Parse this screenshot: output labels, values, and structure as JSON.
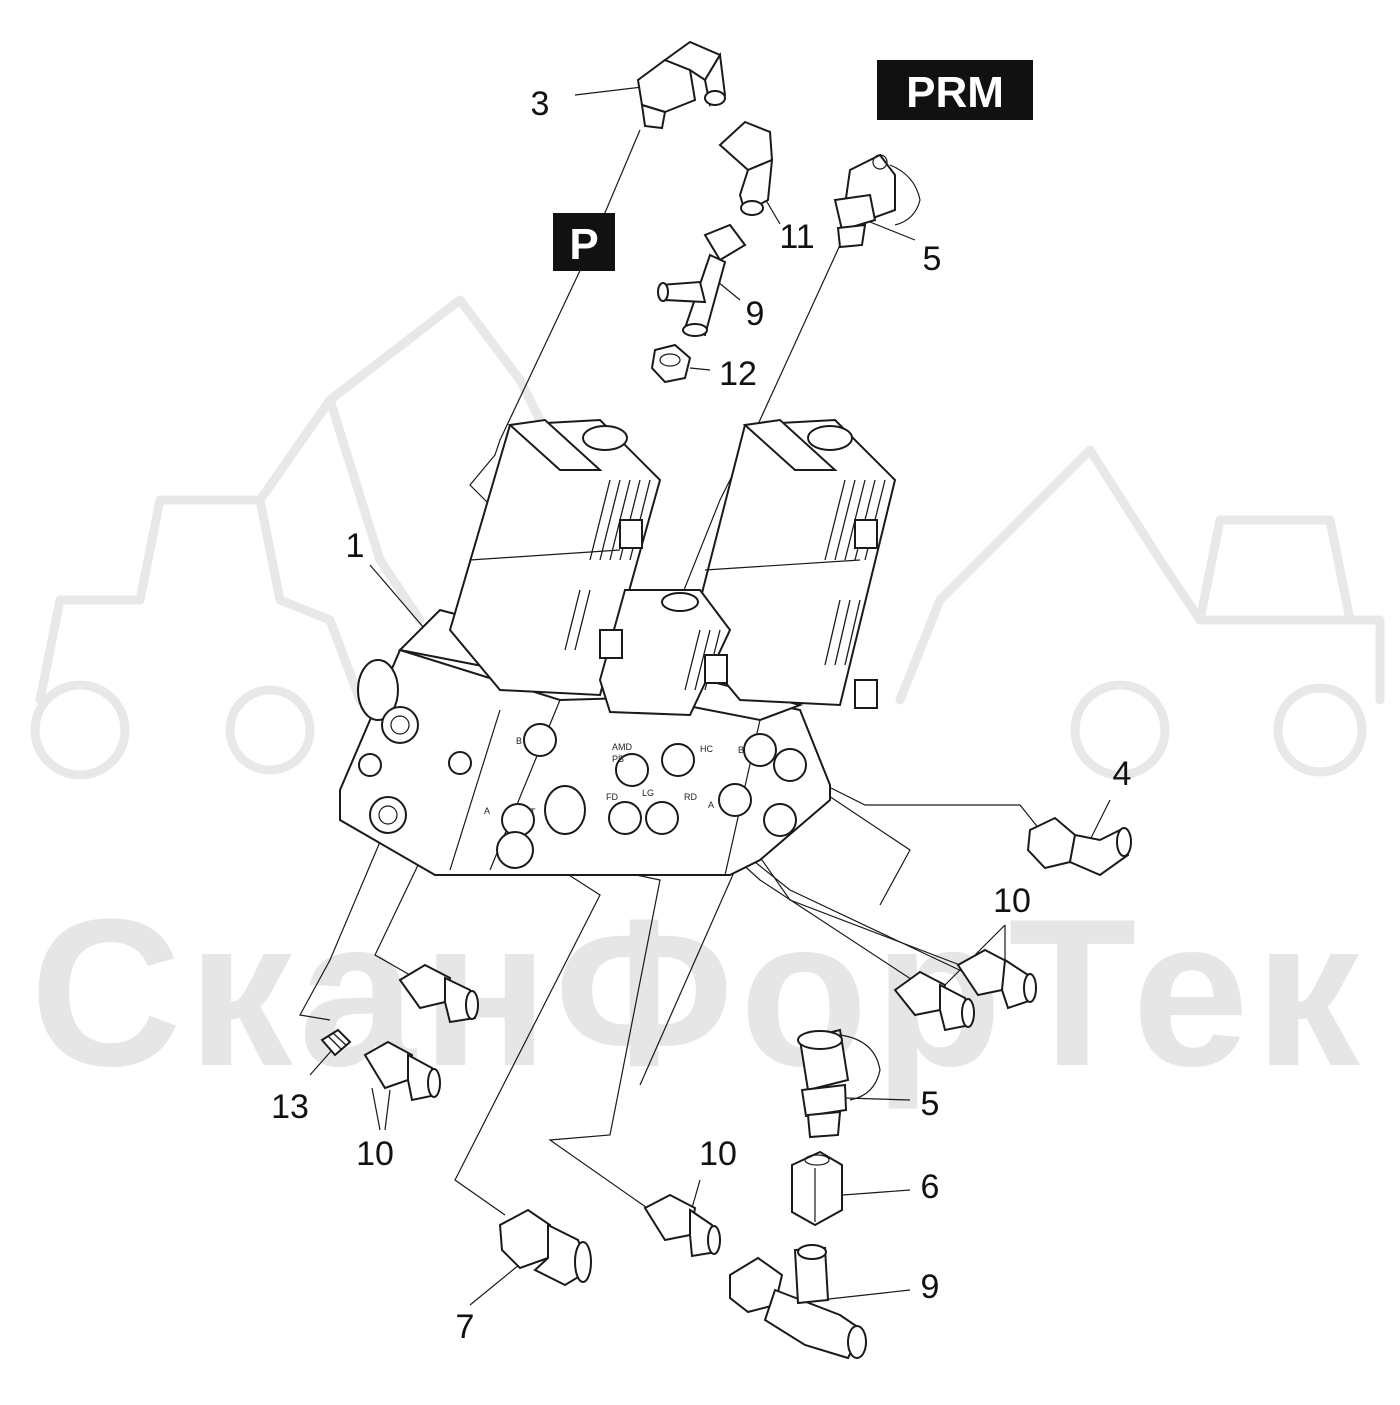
{
  "watermark": {
    "text": "СканФорТек"
  },
  "tags": {
    "prm": "PRM",
    "p": "P"
  },
  "callouts": {
    "c1": "1",
    "c3": "3",
    "c4": "4",
    "c5_top": "5",
    "c5_bottom": "5",
    "c6": "6",
    "c7": "7",
    "c9_top": "9",
    "c9_bottom": "9",
    "c10_right": "10",
    "c10_left": "10",
    "c10_bottom": "10",
    "c11": "11",
    "c12": "12",
    "c13": "13"
  },
  "ports": {
    "left_b": "B",
    "left_a": "A",
    "t": "T",
    "amd": "AMD",
    "pb": "PB",
    "hc": "HC",
    "fd": "FD",
    "lg": "LG",
    "rd": "RD",
    "right_b": "B",
    "right_a": "A"
  },
  "colors": {
    "line": "#1a1a1a",
    "tag_bg": "#111111",
    "tag_text": "#ffffff",
    "watermark": "#e6e6e6"
  }
}
